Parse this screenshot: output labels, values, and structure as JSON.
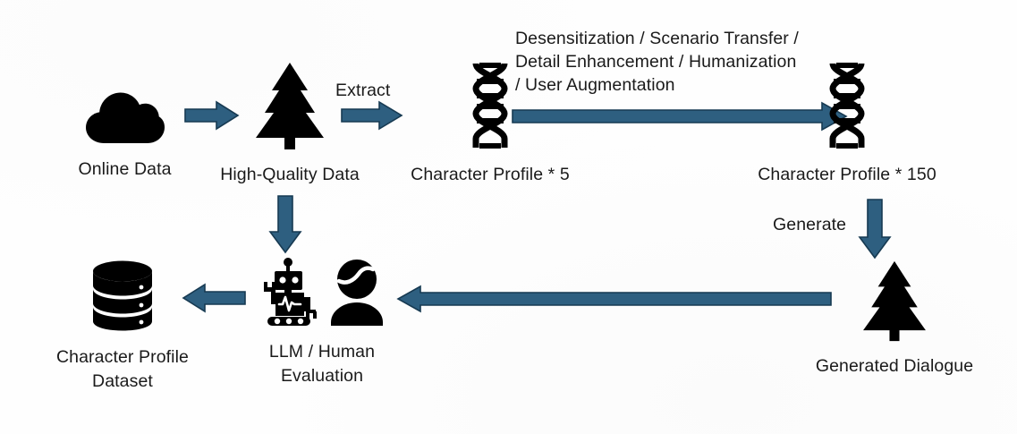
{
  "figure": {
    "domain": "diagram",
    "type": "pipeline-flowchart",
    "background_color": "#fefefe",
    "icon_color": "#000000",
    "arrow_fill": "#2e5f80",
    "arrow_stroke": "#1b3c53",
    "text_color": "#1a1a1a"
  },
  "nodes": [
    {
      "id": "online-data",
      "icon": "cloud-icon",
      "label": "Online Data"
    },
    {
      "id": "high-quality-data",
      "icon": "tree-icon",
      "label": "High-Quality Data"
    },
    {
      "id": "character-profile-5",
      "icon": "dna-helix-icon",
      "label": "Character Profile * 5"
    },
    {
      "id": "character-profile-150",
      "icon": "dna-helix-icon",
      "label": "Character Profile * 150"
    },
    {
      "id": "generated-dialogue",
      "icon": "tree-icon",
      "label": "Generated Dialogue"
    },
    {
      "id": "llm-human-evaluation",
      "icon": "robot-icon+person-icon",
      "label": "LLM / Human\nEvaluation"
    },
    {
      "id": "character-profile-dataset",
      "icon": "database-icon",
      "label": "Character Profile\nDataset"
    }
  ],
  "edges": [
    {
      "id": "online-to-highquality",
      "from": "online-data",
      "to": "high-quality-data",
      "direction": "right",
      "label": ""
    },
    {
      "id": "extract",
      "from": "high-quality-data",
      "to": "character-profile-5",
      "direction": "right",
      "label": "Extract"
    },
    {
      "id": "augment",
      "from": "character-profile-5",
      "to": "character-profile-150",
      "direction": "right",
      "label": "Desensitization / Scenario Transfer /\nDetail Enhancement / Humanization\n/ User Augmentation"
    },
    {
      "id": "generate",
      "from": "character-profile-150",
      "to": "generated-dialogue",
      "direction": "down",
      "label": "Generate"
    },
    {
      "id": "dialogue-to-evaluation",
      "from": "generated-dialogue",
      "to": "llm-human-evaluation",
      "direction": "left",
      "label": ""
    },
    {
      "id": "evaluation-to-dataset",
      "from": "llm-human-evaluation",
      "to": "character-profile-dataset",
      "direction": "left",
      "label": ""
    },
    {
      "id": "highquality-to-evaluation",
      "from": "high-quality-data",
      "to": "llm-human-evaluation",
      "direction": "down",
      "label": ""
    }
  ],
  "edge_labels": {
    "extract": "Extract",
    "augment_line1": "Desensitization / Scenario Transfer /",
    "augment_line2": "Detail Enhancement / Humanization",
    "augment_line3": "/ User Augmentation",
    "generate": "Generate"
  },
  "labels": {
    "online_data": "Online Data",
    "high_quality_data": "High-Quality Data",
    "character_profile_5": "Character Profile * 5",
    "character_profile_150": "Character Profile * 150",
    "generated_dialogue": "Generated Dialogue",
    "llm_human_evaluation": "LLM / Human\nEvaluation",
    "character_profile_dataset": "Character Profile\nDataset"
  }
}
